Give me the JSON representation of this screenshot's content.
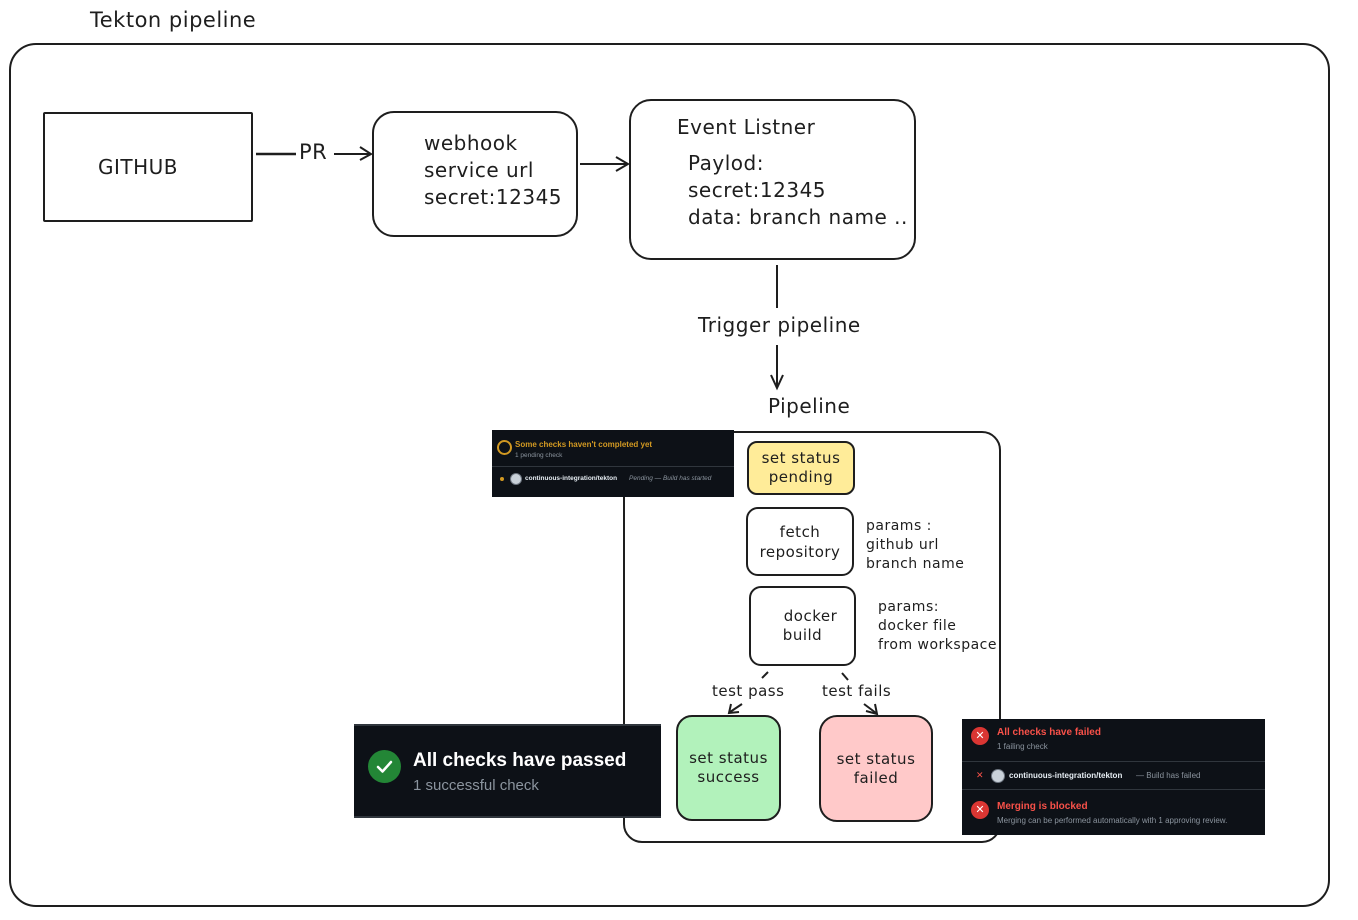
{
  "title": "Tekton pipeline",
  "github": {
    "label": "GITHUB"
  },
  "pr_label": "PR",
  "webhook": {
    "lines": [
      "webhook",
      "service url",
      "secret:12345"
    ]
  },
  "event_listener": {
    "title": "Event Listner",
    "lines": [
      "Paylod:",
      "secret:12345",
      "data: branch name .."
    ]
  },
  "trigger_label": "Trigger pipeline",
  "pipeline_label": "Pipeline",
  "steps": {
    "pending": {
      "lines": [
        "set status",
        "pending"
      ],
      "color": "#ffec99"
    },
    "fetch": {
      "lines": [
        "fetch",
        "repository"
      ]
    },
    "docker": {
      "lines": [
        "docker",
        "build"
      ]
    },
    "success": {
      "lines": [
        "set status",
        "success"
      ],
      "color": "#b2f2bb"
    },
    "failed": {
      "lines": [
        "set status",
        "failed"
      ],
      "color": "#ffc9c9"
    }
  },
  "fetch_params": [
    "params :",
    "github url",
    "branch name"
  ],
  "docker_params": [
    "params:",
    "docker file",
    "from workspace"
  ],
  "test_pass": "test pass",
  "test_fails": "test fails",
  "gh_pending": {
    "title": "Some checks haven't completed yet",
    "subtitle": "1 pending check",
    "check_name": "continuous-integration/tekton",
    "check_status": "Pending — Build has started",
    "accent": "#d29922"
  },
  "gh_passed": {
    "title": "All checks have passed",
    "subtitle": "1 successful check",
    "accent": "#238636"
  },
  "gh_failed": {
    "title": "All checks have failed",
    "subtitle": "1 failing check",
    "check_name": "continuous-integration/tekton",
    "check_status": "— Build has failed",
    "blocked_title": "Merging is blocked",
    "blocked_subtitle": "Merging can be performed automatically with 1 approving review.",
    "accent": "#f85149"
  }
}
